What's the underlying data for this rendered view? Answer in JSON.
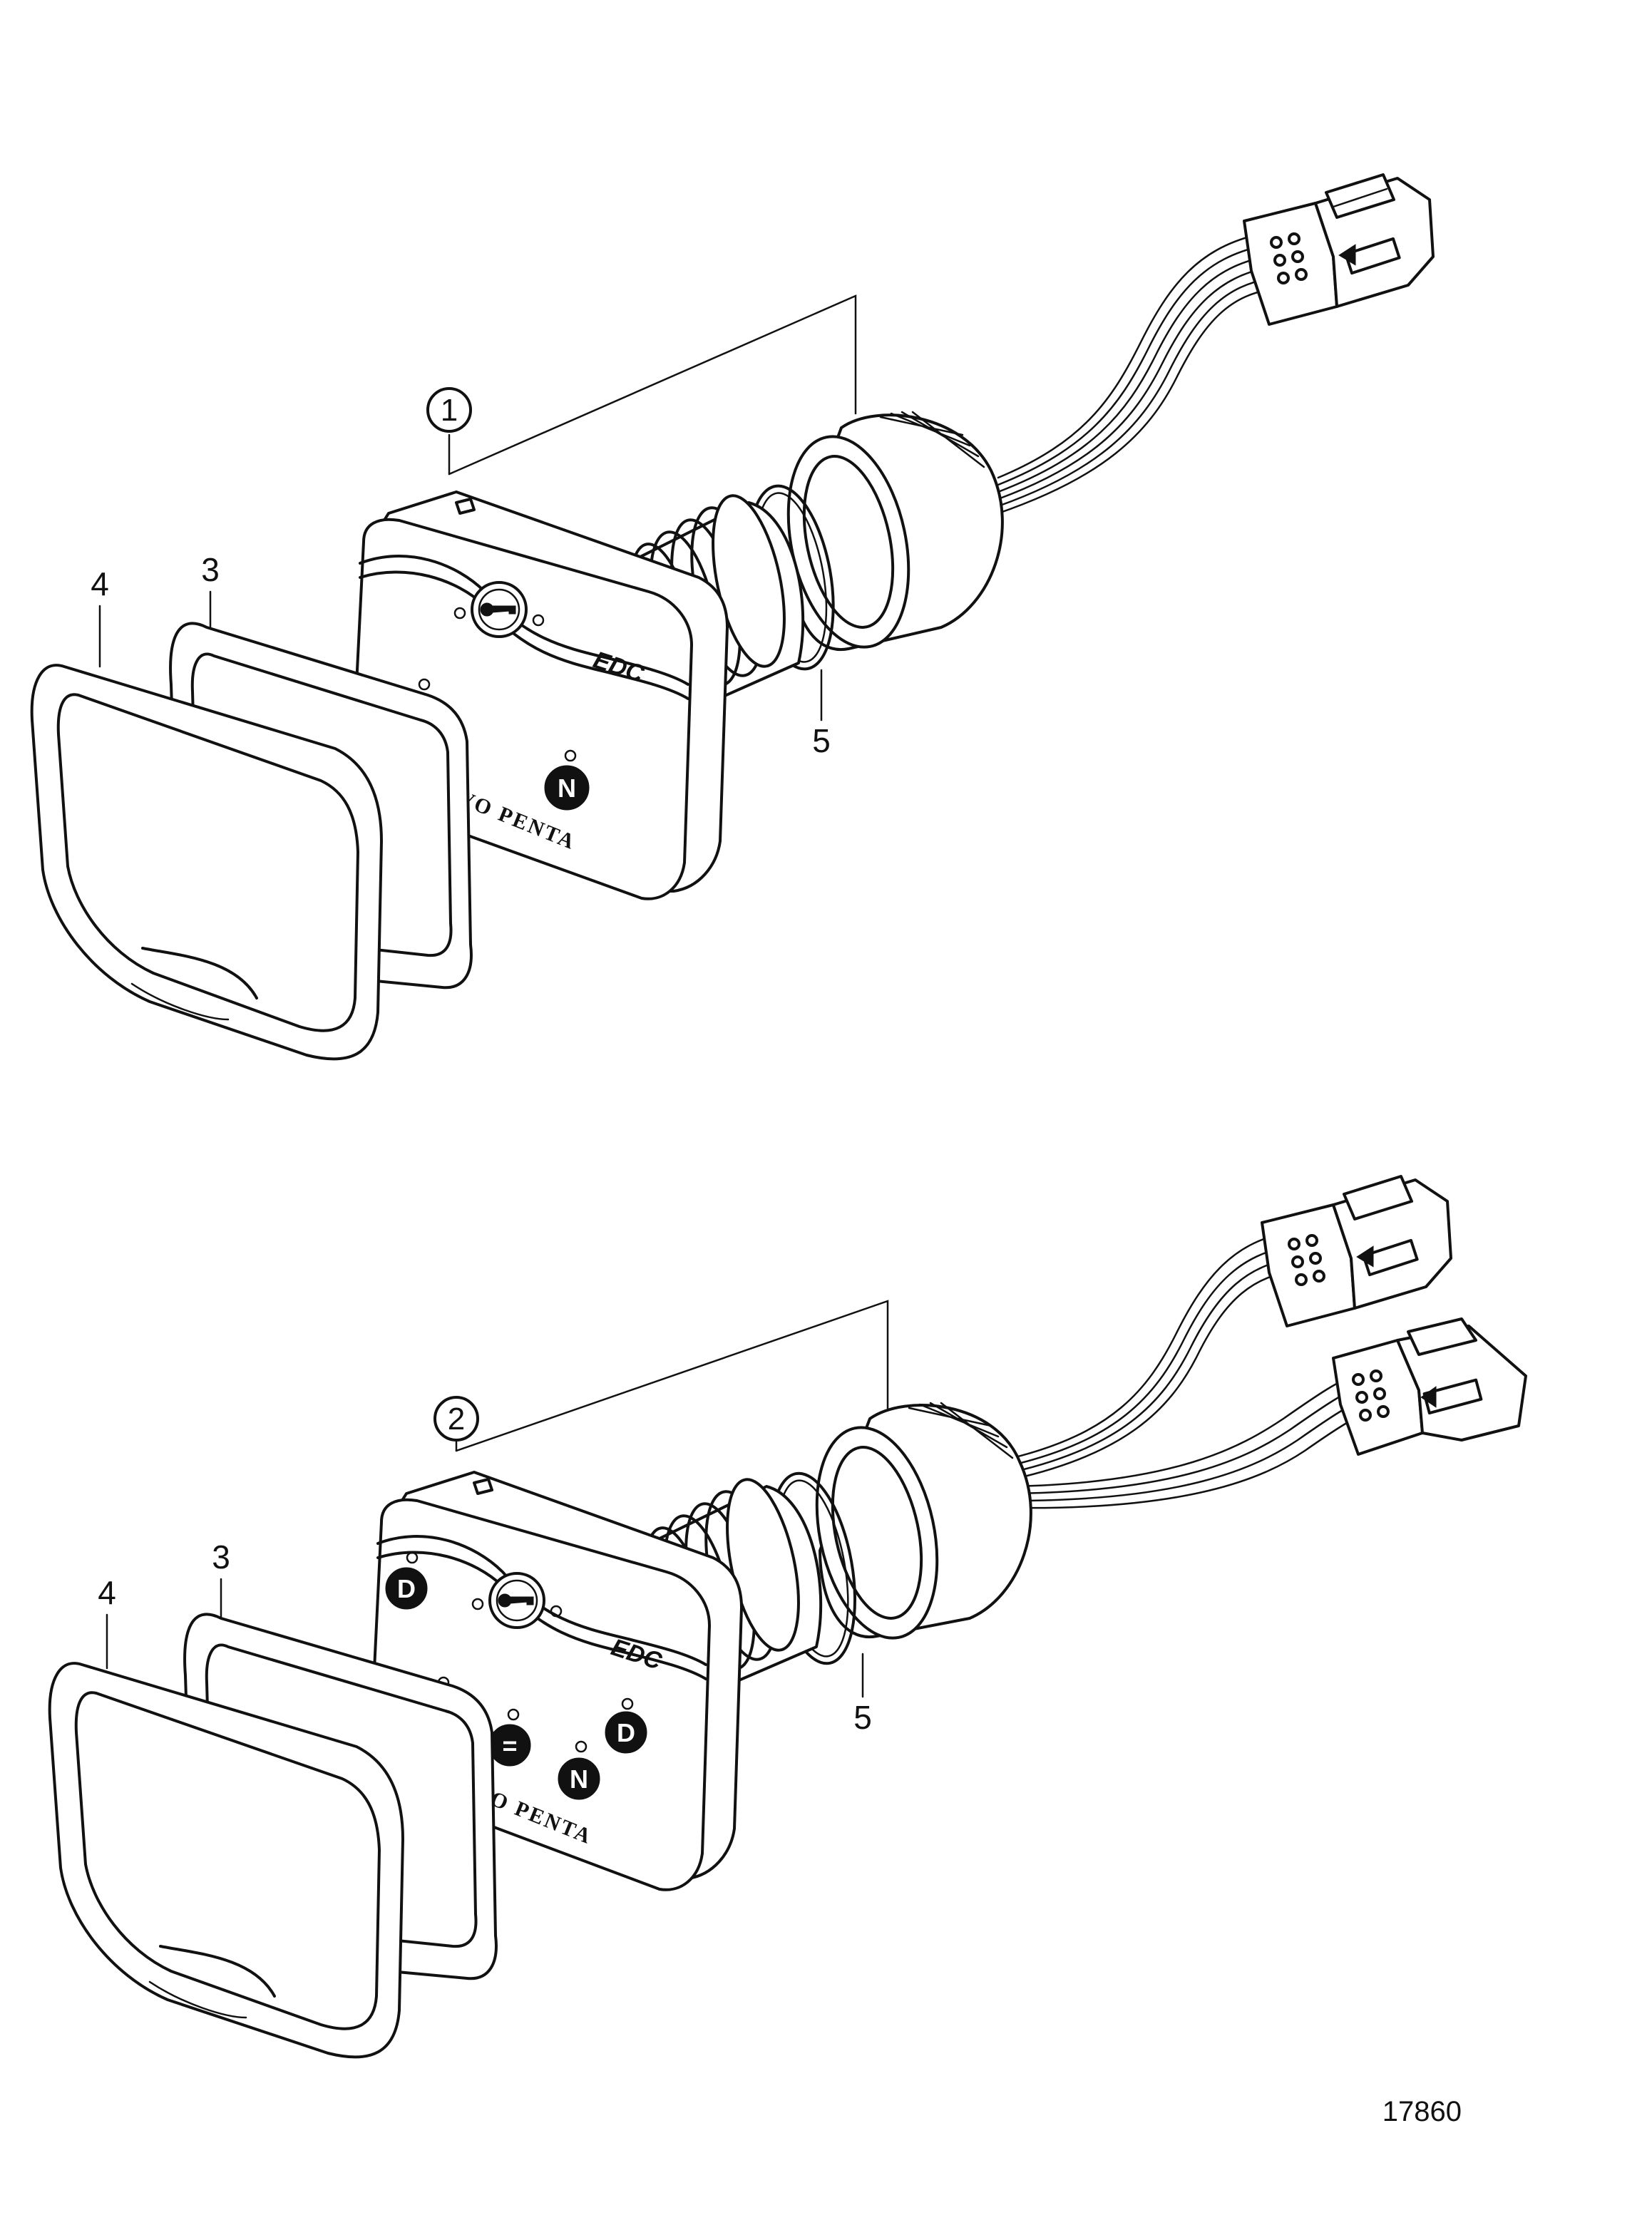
{
  "figure_number": "17860",
  "brand_text": "VOLVO PENTA",
  "panel_text": "EDC",
  "assemblies": [
    {
      "callout": "1",
      "labels": {
        "frame": "4",
        "gasket": "3",
        "o_ring": "5"
      },
      "buttons": [
        "N",
        "N"
      ]
    },
    {
      "callout": "2",
      "labels": {
        "frame": "4",
        "gasket": "3",
        "o_ring": "5"
      },
      "buttons": [
        "D",
        "N",
        "=",
        "N",
        "D"
      ]
    }
  ]
}
